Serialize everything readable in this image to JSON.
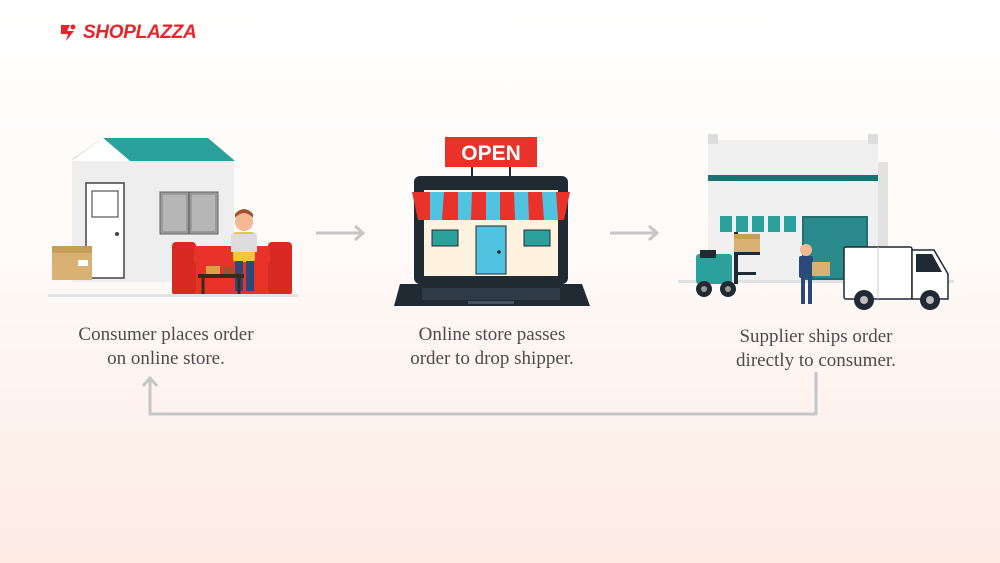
{
  "brand": {
    "name": "SHOPLAZZA",
    "color": "#e8232a"
  },
  "steps": [
    {
      "icon": "house-consumer-icon",
      "caption_lines": [
        "Consumer places order",
        "on online store."
      ]
    },
    {
      "icon": "laptop-store-icon",
      "caption_lines": [
        "Online store passes",
        "order to drop shipper."
      ],
      "sign": "OPEN"
    },
    {
      "icon": "warehouse-supplier-icon",
      "caption_lines": [
        "Supplier ships order",
        "directly to consumer."
      ]
    }
  ],
  "colors": {
    "teal": "#2aa19a",
    "red": "#e8322a",
    "dark": "#1f2a33",
    "arrow": "#c6c6c6"
  }
}
